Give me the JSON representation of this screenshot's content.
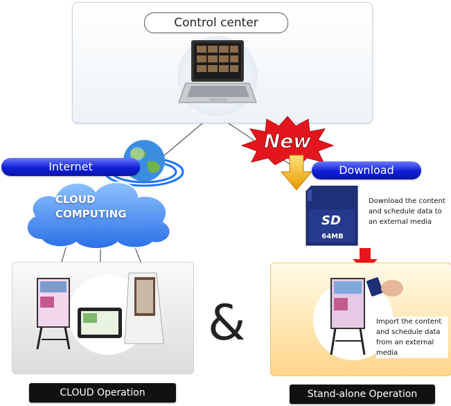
{
  "control_center": {
    "title": "Control center"
  },
  "internet": {
    "label": "Internet"
  },
  "cloud": {
    "line1": "CLOUD",
    "line2": "COMPUTING"
  },
  "new_badge": {
    "label": "New"
  },
  "download": {
    "label": "Download",
    "note": "Download the content and schedule data to an external media"
  },
  "sd_card": {
    "brand": "SD",
    "capacity": "64MB"
  },
  "import": {
    "note": "Import the content and schedule data from an external media"
  },
  "ampersand": "&",
  "cloud_operation": {
    "label": "CLOUD Operation"
  },
  "standalone_operation": {
    "label": "Stand-alone Operation"
  },
  "colors": {
    "pill_blue": "#0f1fd6",
    "cloud_blue": "#3d8bff",
    "badge_red": "#e4161d",
    "arrow_red": "#e8151b",
    "arrow_gold": "#f5b400"
  }
}
